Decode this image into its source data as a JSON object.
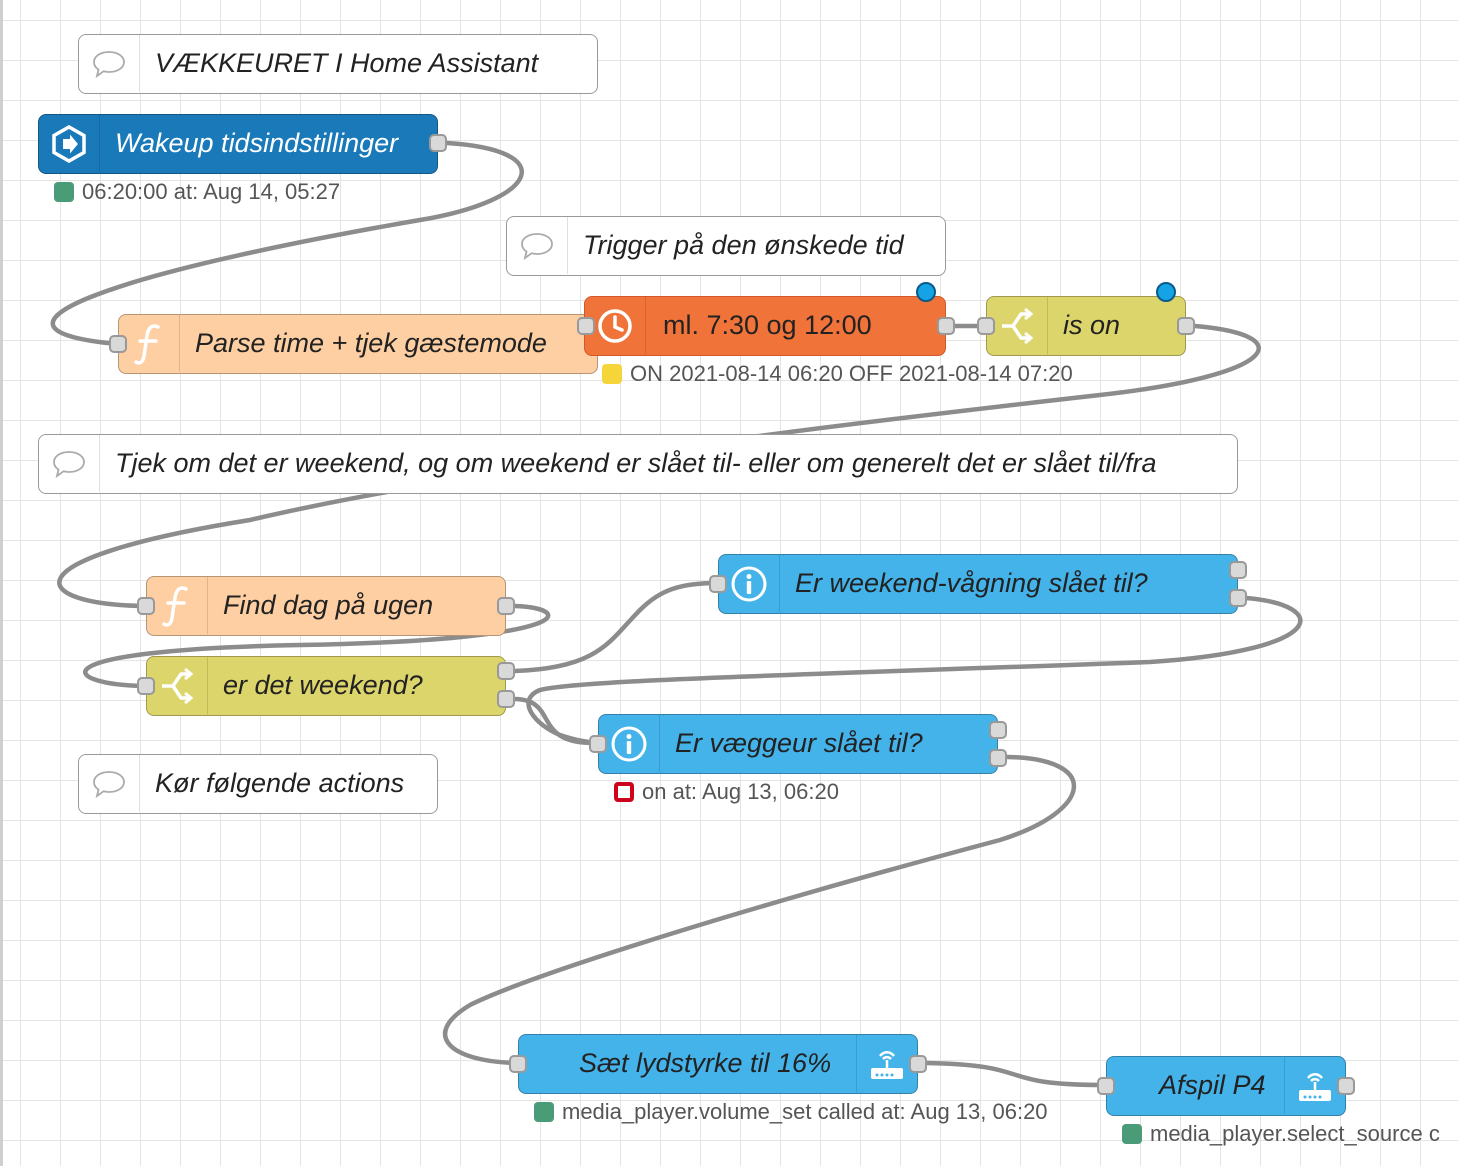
{
  "flow": {
    "comments": [
      {
        "id": "c1",
        "label": "VÆKKEURET I Home Assistant"
      },
      {
        "id": "c2",
        "label": "Trigger på den ønskede tid"
      },
      {
        "id": "c3",
        "label": "Tjek om det er weekend, og om weekend er slået til- eller om generelt det er slået til/fra"
      },
      {
        "id": "c4",
        "label": "Kør følgende actions"
      }
    ],
    "nodes": {
      "wakeup": {
        "label": "Wakeup tidsindstillinger",
        "icon": "arrow-right-hexagon-icon",
        "status": "06:20:00 at: Aug 14, 05:27",
        "status_color": "#4a9b77"
      },
      "parse": {
        "label": "Parse time + tjek gæstemode",
        "icon": "function-icon"
      },
      "timer": {
        "label": "ml. 7:30 og 12:00",
        "icon": "clock-icon",
        "status": "ON 2021-08-14 06:20 OFF 2021-08-14 07:20",
        "status_color": "#f5d53a"
      },
      "ison": {
        "label": "is on",
        "icon": "switch-icon"
      },
      "finddag": {
        "label": "Find dag på ugen",
        "icon": "function-icon"
      },
      "weekend": {
        "label": "er det weekend?",
        "icon": "switch-icon"
      },
      "weekendvag": {
        "label": "Er weekend-vågning slået til?",
        "icon": "info-icon"
      },
      "vaeggeur": {
        "label": "Er væggeur slået til?",
        "icon": "info-icon",
        "status": "on at: Aug 13, 06:20",
        "status_color": "#d0021b"
      },
      "volume": {
        "label": "Sæt lydstyrke til 16%",
        "icon": "router-icon",
        "status": "media_player.volume_set called at: Aug 13, 06:20",
        "status_color": "#4a9b77"
      },
      "afspil": {
        "label": "Afspil P4",
        "icon": "router-icon",
        "status": "media_player.select_source c",
        "status_color": "#4a9b77"
      }
    },
    "colors": {
      "ha_blue": "#44b3ea",
      "inject_blue": "#1a79b8",
      "function": "#fdcfa3",
      "timer": "#f0733a",
      "switch": "#dcd56c",
      "wire": "#8c8c8c"
    }
  }
}
